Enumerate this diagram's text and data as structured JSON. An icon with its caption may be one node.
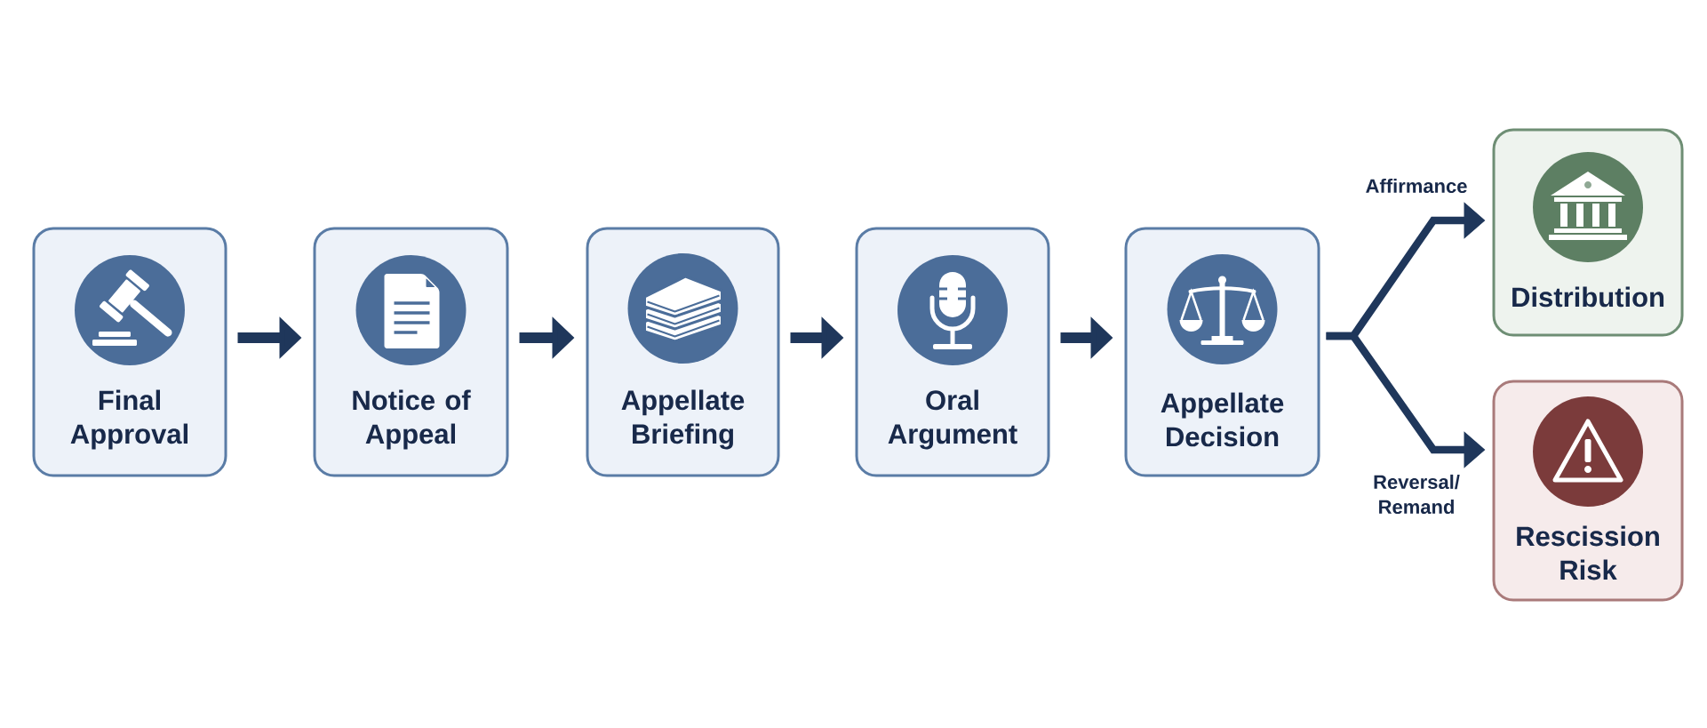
{
  "diagram": {
    "nodes": [
      {
        "text": [
          "Final Approval"
        ]
      },
      {
        "text": [
          "Notice of Appeal"
        ]
      },
      {
        "text": [
          "Appellate Briefing"
        ]
      },
      {
        "text": [
          "Oral Argument"
        ]
      },
      {
        "text": [
          "Appellate Decision"
        ]
      },
      {
        "text": [
          "Distribution"
        ]
      },
      {
        "text": [
          "Rescission Risk"
        ]
      }
    ],
    "edges": [
      {
        "from": 0,
        "to": 1,
        "arrow": "to"
      },
      {
        "from": 1,
        "to": 2,
        "arrow": "to"
      },
      {
        "from": 2,
        "to": 3,
        "arrow": "to"
      },
      {
        "from": 3,
        "to": 4,
        "arrow": "to"
      },
      {
        "from": 4,
        "to": 5,
        "arrow": "to",
        "label": "Affirmance"
      },
      {
        "from": 4,
        "to": 6,
        "arrow": "to",
        "label": "Reversal/ Remand"
      }
    ]
  }
}
